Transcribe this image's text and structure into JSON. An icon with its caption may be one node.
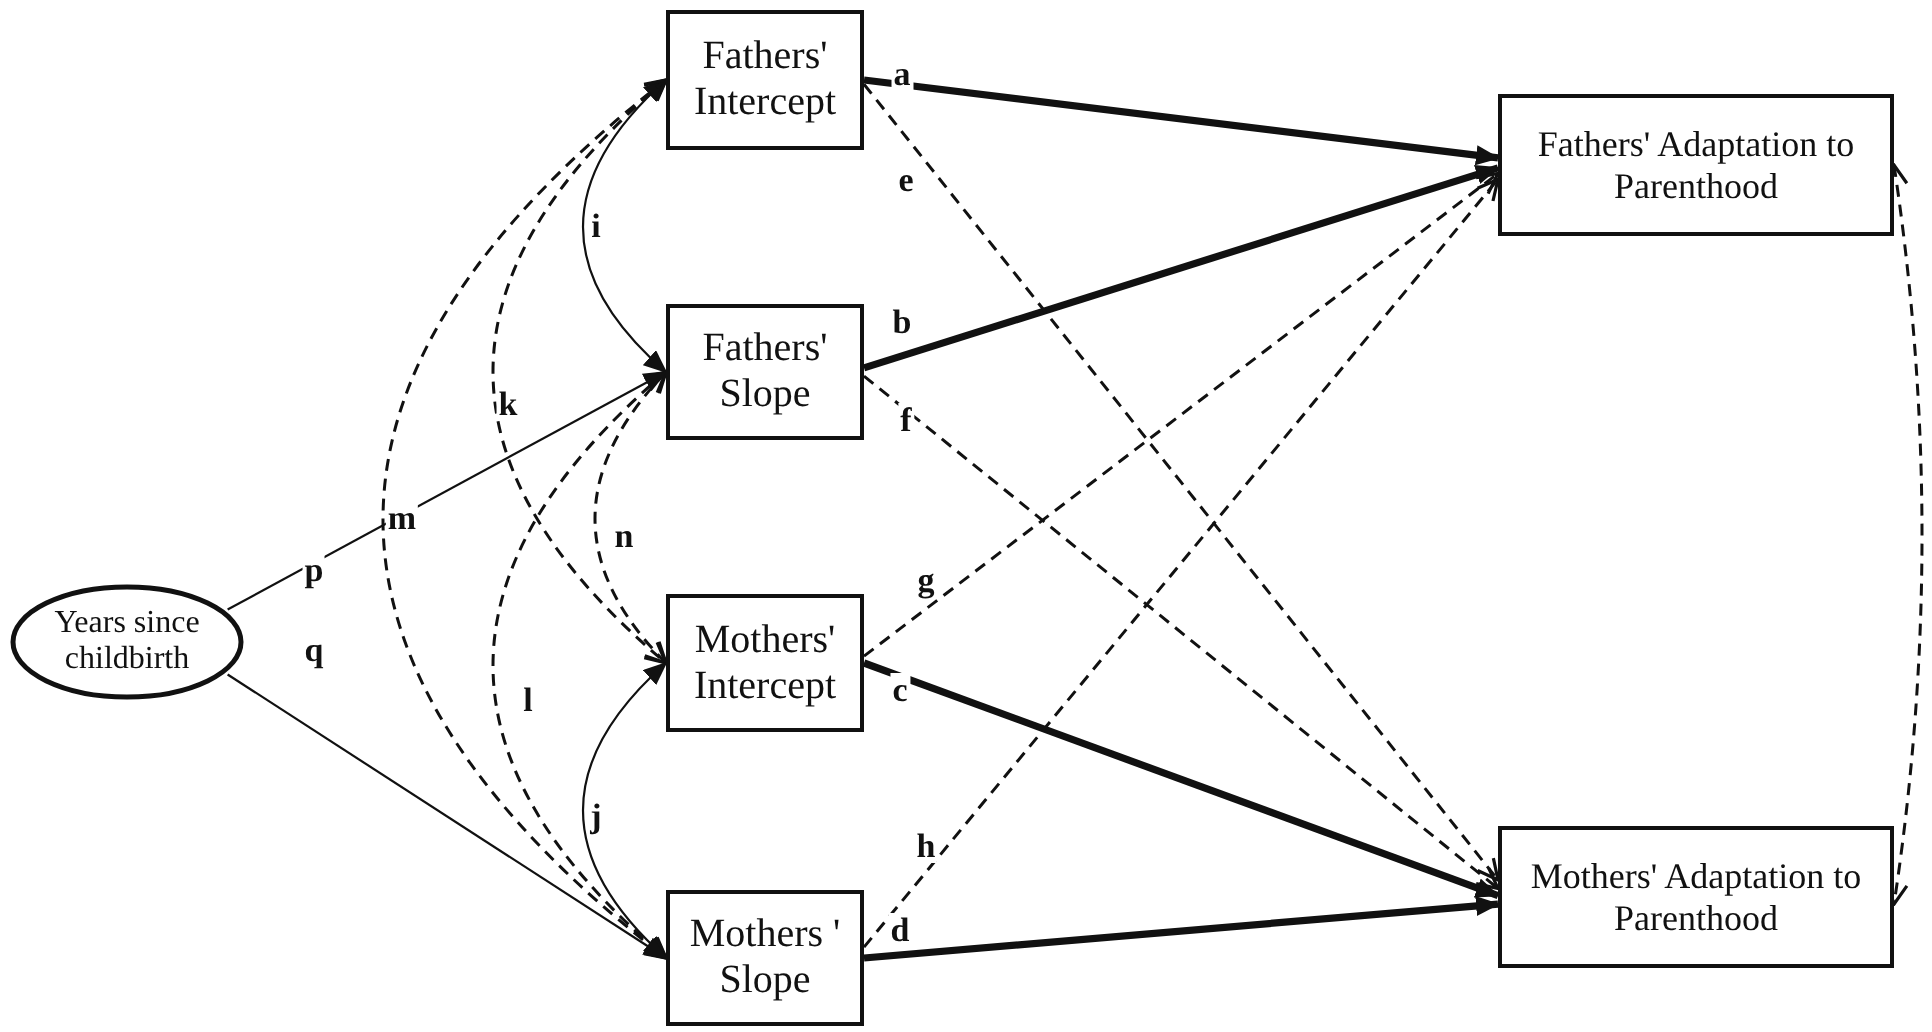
{
  "diagram": {
    "nodes": [
      {
        "text": [
          "Years since childbirth"
        ]
      },
      {
        "text": [
          "Fathers' Intercept"
        ]
      },
      {
        "text": [
          "Fathers' Slope"
        ]
      },
      {
        "text": [
          "Mothers' Intercept"
        ]
      },
      {
        "text": [
          "Mothers ' Slope"
        ]
      },
      {
        "text": [
          "Fathers' Adaptation to Parenthood"
        ]
      },
      {
        "text": [
          "Mothers' Adaptation to Parenthood"
        ]
      }
    ],
    "edges": [
      {
        "from": 1,
        "to": 5,
        "arrow": "to",
        "label": "a",
        "style": "thick"
      },
      {
        "from": 2,
        "to": 5,
        "arrow": "to",
        "label": "b",
        "style": "thick"
      },
      {
        "from": 3,
        "to": 6,
        "arrow": "to",
        "label": "c",
        "style": "thick"
      },
      {
        "from": 4,
        "to": 6,
        "arrow": "to",
        "label": "d",
        "style": "thick"
      },
      {
        "from": 1,
        "to": 6,
        "arrow": "to",
        "label": "e",
        "style": "dashed"
      },
      {
        "from": 2,
        "to": 6,
        "arrow": "to",
        "label": "f",
        "style": "dashed"
      },
      {
        "from": 3,
        "to": 5,
        "arrow": "to",
        "label": "g",
        "style": "dashed"
      },
      {
        "from": 4,
        "to": 5,
        "arrow": "to",
        "label": "h",
        "style": "dashed"
      },
      {
        "from": 1,
        "to": 2,
        "arrow": "both",
        "label": "i"
      },
      {
        "from": 1,
        "to": 3,
        "arrow": "both",
        "label": "k",
        "style": "dashed"
      },
      {
        "from": 1,
        "to": 4,
        "arrow": "both",
        "label": "m",
        "style": "dashed"
      },
      {
        "from": 2,
        "to": 3,
        "arrow": "both",
        "label": "n",
        "style": "dashed"
      },
      {
        "from": 2,
        "to": 4,
        "arrow": "both",
        "label": "l",
        "style": "dashed"
      },
      {
        "from": 3,
        "to": 4,
        "arrow": "both",
        "label": "j"
      },
      {
        "from": 0,
        "to": 2,
        "arrow": "to",
        "label": "p"
      },
      {
        "from": 0,
        "to": 4,
        "arrow": "to",
        "label": "q"
      },
      {
        "from": 5,
        "to": 6,
        "arrow": "both",
        "style": "dashed"
      }
    ]
  }
}
